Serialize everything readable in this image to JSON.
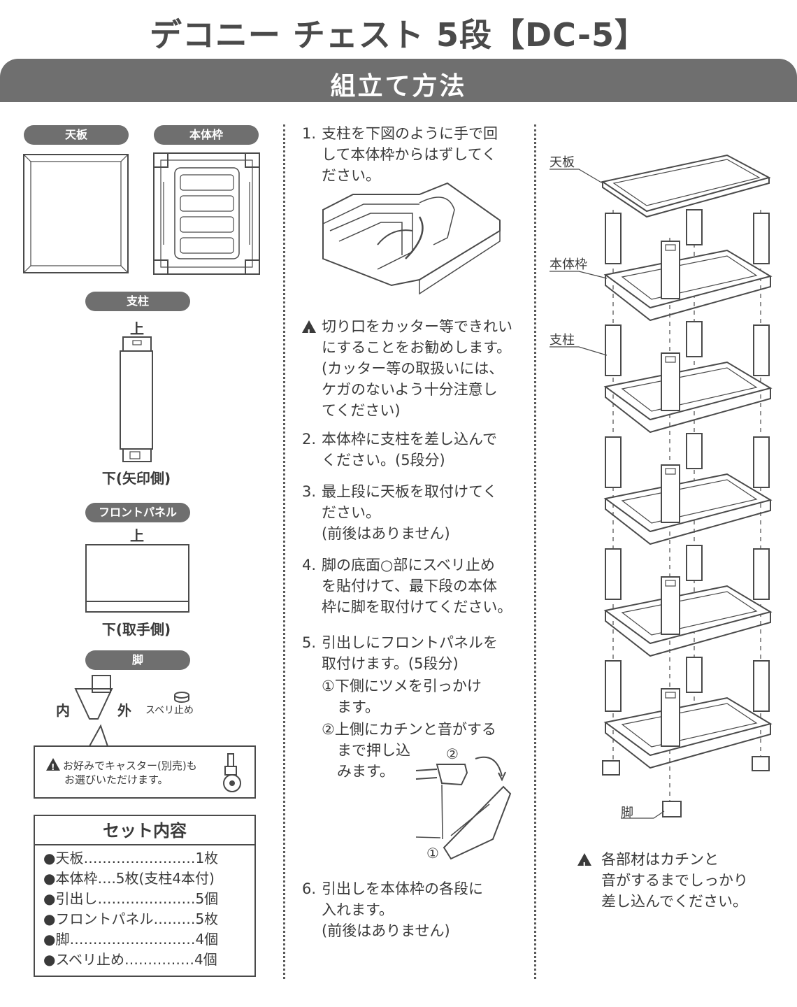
{
  "header": {
    "title": "デコニー チェスト 5段【DC-5】",
    "section": "組立て方法"
  },
  "parts": {
    "tenban": "天板",
    "hontaiwaku": "本体枠",
    "shichu": "支柱",
    "shichu_top": "上",
    "shichu_bottom": "下(矢印側)",
    "front_panel": "フロントパネル",
    "front_top": "上",
    "front_bottom": "下(取手側)",
    "ashi": "脚",
    "ashi_in": "内",
    "ashi_out": "外",
    "suberidome": "スベリ止め",
    "caster_note_1": "お好みでキャスター(別売)も",
    "caster_note_2": "お選びいただけます。"
  },
  "set_contents": {
    "title": "セット内容",
    "items": [
      "●天板……………………1枚",
      "●本体枠….5枚(支柱4本付)",
      "●引出し…………………5個",
      "●フロントパネル………5枚",
      "●脚………………………4個",
      "●スベリ止め……………4個"
    ]
  },
  "steps": {
    "s1_num": "1.",
    "s1": [
      "支柱を下図のように手で回",
      "して本体枠からはずしてく",
      "ださい。"
    ],
    "warn": [
      "切り口をカッター等できれい",
      "にすることをお勧めします。",
      "(カッター等の取扱いには、",
      "ケガのないよう十分注意し",
      "てください)"
    ],
    "s2_num": "2.",
    "s2": [
      "本体枠に支柱を差し込んで",
      "ください。(5段分)"
    ],
    "s3_num": "3.",
    "s3": [
      "最上段に天板を取付けてく",
      "ださい。",
      "(前後はありません)"
    ],
    "s4_num": "4.",
    "s4": [
      "脚の底面○部にスベリ止め",
      "を貼付けて、最下段の本体",
      "枠に脚を取付けてください。"
    ],
    "s5_num": "5.",
    "s5": [
      "引出しにフロントパネルを",
      "取付けます。(5段分)"
    ],
    "s5_sub1": [
      "①下側にツメを引っかけ",
      "ます。"
    ],
    "s5_sub2": [
      "②上側にカチンと音がする",
      "まで押し込",
      "みます。"
    ],
    "mark1": "①",
    "mark2": "②",
    "s6_num": "6.",
    "s6": [
      "引出しを本体枠の各段に",
      "入れます。",
      "(前後はありません)"
    ]
  },
  "diagram": {
    "tenban": "天板",
    "hontaiwaku": "本体枠",
    "shichu": "支柱",
    "ashi": "脚",
    "note": [
      "各部材はカチンと",
      "音がするまでしっかり",
      "差し込んでください。"
    ]
  }
}
